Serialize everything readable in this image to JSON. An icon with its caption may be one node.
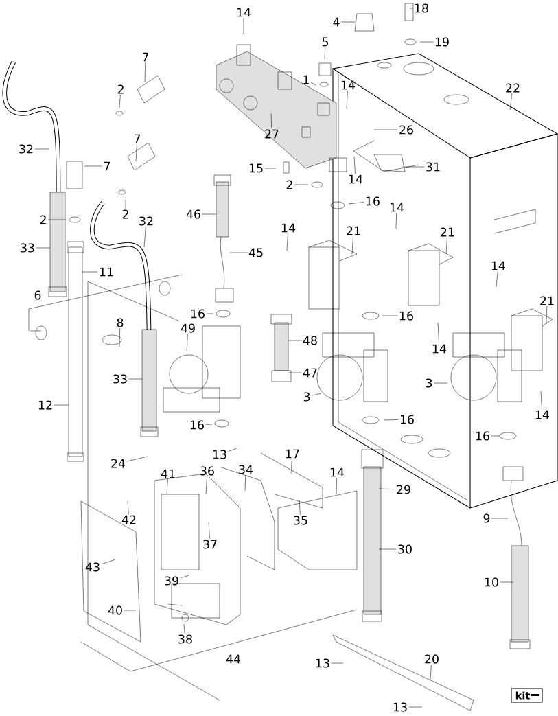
{
  "diagram": {
    "nodes": [
      {
        "text": [
          "14"
        ]
      },
      {
        "text": [
          "4"
        ]
      },
      {
        "text": [
          "18"
        ]
      },
      {
        "text": [
          "19"
        ]
      },
      {
        "text": [
          "5"
        ]
      },
      {
        "text": [
          "1"
        ]
      },
      {
        "text": [
          "14"
        ]
      },
      {
        "text": [
          "22"
        ]
      },
      {
        "text": [
          "7"
        ]
      },
      {
        "text": [
          "2"
        ]
      },
      {
        "text": [
          "27"
        ]
      },
      {
        "text": [
          "26"
        ]
      },
      {
        "text": [
          "32"
        ]
      },
      {
        "text": [
          "7"
        ]
      },
      {
        "text": [
          "7"
        ]
      },
      {
        "text": [
          "15"
        ]
      },
      {
        "text": [
          "31"
        ]
      },
      {
        "text": [
          "2"
        ]
      },
      {
        "text": [
          "14"
        ]
      },
      {
        "text": [
          "16"
        ]
      },
      {
        "text": [
          "2"
        ]
      },
      {
        "text": [
          "32"
        ]
      },
      {
        "text": [
          "46"
        ]
      },
      {
        "text": [
          "2"
        ]
      },
      {
        "text": [
          "14"
        ]
      },
      {
        "text": [
          "21"
        ]
      },
      {
        "text": [
          "21"
        ]
      },
      {
        "text": [
          "33"
        ]
      },
      {
        "text": [
          "14"
        ]
      },
      {
        "text": [
          "45"
        ]
      },
      {
        "text": [
          "11"
        ]
      },
      {
        "text": [
          "14"
        ]
      },
      {
        "text": [
          "21"
        ]
      },
      {
        "text": [
          "16"
        ]
      },
      {
        "text": [
          "16"
        ]
      },
      {
        "text": [
          "49"
        ]
      },
      {
        "text": [
          "8"
        ]
      },
      {
        "text": [
          "48"
        ]
      },
      {
        "text": [
          "14"
        ]
      },
      {
        "text": [
          "33"
        ]
      },
      {
        "text": [
          "47"
        ]
      },
      {
        "text": [
          "3"
        ]
      },
      {
        "text": [
          "3"
        ]
      },
      {
        "text": [
          "14"
        ]
      },
      {
        "text": [
          "16"
        ]
      },
      {
        "text": [
          "16"
        ]
      },
      {
        "text": [
          "12"
        ]
      },
      {
        "text": [
          "16"
        ]
      },
      {
        "text": [
          "13"
        ]
      },
      {
        "text": [
          "17"
        ]
      },
      {
        "text": [
          "14"
        ]
      },
      {
        "text": [
          "29"
        ]
      },
      {
        "text": [
          "24"
        ]
      },
      {
        "text": [
          "41"
        ]
      },
      {
        "text": [
          "36"
        ]
      },
      {
        "text": [
          "34"
        ]
      },
      {
        "text": [
          "42"
        ]
      },
      {
        "text": [
          "35"
        ]
      },
      {
        "text": [
          "37"
        ]
      },
      {
        "text": [
          "9"
        ]
      },
      {
        "text": [
          "30"
        ]
      },
      {
        "text": [
          "43"
        ]
      },
      {
        "text": [
          "10"
        ]
      },
      {
        "text": [
          "39"
        ]
      },
      {
        "text": [
          "40"
        ]
      },
      {
        "text": [
          "38"
        ]
      },
      {
        "text": [
          "13"
        ]
      },
      {
        "text": [
          "20"
        ]
      },
      {
        "text": [
          "13"
        ]
      }
    ],
    "edges": [
      {
        "from": 0,
        "to": null,
        "arrow": "none"
      },
      {
        "from": 1,
        "to": null,
        "arrow": "none"
      },
      {
        "from": 2,
        "to": null,
        "arrow": "none"
      },
      {
        "from": 3,
        "to": null,
        "arrow": "none"
      },
      {
        "from": 4,
        "to": null,
        "arrow": "none"
      },
      {
        "from": 5,
        "to": null,
        "arrow": "none"
      },
      {
        "from": 6,
        "to": null,
        "arrow": "none"
      },
      {
        "from": 7,
        "to": null,
        "arrow": "none"
      },
      {
        "from": 8,
        "to": null,
        "arrow": "none"
      },
      {
        "from": 9,
        "to": null,
        "arrow": "none"
      },
      {
        "from": 10,
        "to": null,
        "arrow": "none"
      },
      {
        "from": 11,
        "to": null,
        "arrow": "none"
      },
      {
        "from": 12,
        "to": null,
        "arrow": "none"
      },
      {
        "from": 13,
        "to": null,
        "arrow": "none"
      },
      {
        "from": 14,
        "to": null,
        "arrow": "none"
      },
      {
        "from": 15,
        "to": null,
        "arrow": "none"
      },
      {
        "from": 16,
        "to": null,
        "arrow": "none"
      },
      {
        "from": 17,
        "to": null,
        "arrow": "none"
      },
      {
        "from": 18,
        "to": null,
        "arrow": "none"
      },
      {
        "from": 19,
        "to": null,
        "arrow": "none"
      },
      {
        "from": 20,
        "to": null,
        "arrow": "none"
      },
      {
        "from": 21,
        "to": null,
        "arrow": "none"
      },
      {
        "from": 22,
        "to": null,
        "arrow": "none"
      },
      {
        "from": 23,
        "to": null,
        "arrow": "none"
      },
      {
        "from": 24,
        "to": null,
        "arrow": "none"
      },
      {
        "from": 25,
        "to": null,
        "arrow": "none"
      },
      {
        "from": 26,
        "to": null,
        "arrow": "none"
      },
      {
        "from": 27,
        "to": null,
        "arrow": "none"
      },
      {
        "from": 28,
        "to": null,
        "arrow": "none"
      },
      {
        "from": 29,
        "to": null,
        "arrow": "none"
      },
      {
        "from": 30,
        "to": null,
        "arrow": "none"
      },
      {
        "from": 31,
        "to": null,
        "arrow": "none"
      },
      {
        "from": 32,
        "to": null,
        "arrow": "none"
      },
      {
        "from": 33,
        "to": null,
        "arrow": "none"
      },
      {
        "from": 34,
        "to": null,
        "arrow": "none"
      },
      {
        "from": 35,
        "to": null,
        "arrow": "none"
      },
      {
        "from": 36,
        "to": null,
        "arrow": "none"
      },
      {
        "from": 37,
        "to": null,
        "arrow": "none"
      },
      {
        "from": 38,
        "to": null,
        "arrow": "none"
      },
      {
        "from": 39,
        "to": null,
        "arrow": "none"
      },
      {
        "from": 40,
        "to": null,
        "arrow": "none"
      },
      {
        "from": 41,
        "to": null,
        "arrow": "none"
      },
      {
        "from": 42,
        "to": null,
        "arrow": "none"
      },
      {
        "from": 43,
        "to": null,
        "arrow": "none"
      },
      {
        "from": 44,
        "to": null,
        "arrow": "none"
      },
      {
        "from": 45,
        "to": null,
        "arrow": "none"
      },
      {
        "from": 46,
        "to": null,
        "arrow": "none"
      },
      {
        "from": 47,
        "to": null,
        "arrow": "none"
      },
      {
        "from": 48,
        "to": null,
        "arrow": "none"
      },
      {
        "from": 49,
        "to": null,
        "arrow": "none"
      },
      {
        "from": 50,
        "to": null,
        "arrow": "none"
      },
      {
        "from": 51,
        "to": null,
        "arrow": "none"
      },
      {
        "from": 52,
        "to": null,
        "arrow": "none"
      },
      {
        "from": 53,
        "to": null,
        "arrow": "none"
      },
      {
        "from": 54,
        "to": null,
        "arrow": "none"
      },
      {
        "from": 55,
        "to": null,
        "arrow": "none"
      },
      {
        "from": 56,
        "to": null,
        "arrow": "none"
      },
      {
        "from": 57,
        "to": null,
        "arrow": "none"
      },
      {
        "from": 58,
        "to": null,
        "arrow": "none"
      },
      {
        "from": 59,
        "to": null,
        "arrow": "none"
      },
      {
        "from": 60,
        "to": null,
        "arrow": "none"
      },
      {
        "from": 61,
        "to": null,
        "arrow": "none"
      },
      {
        "from": 62,
        "to": null,
        "arrow": "none"
      },
      {
        "from": 63,
        "to": null,
        "arrow": "none"
      },
      {
        "from": 64,
        "to": null,
        "arrow": "none"
      },
      {
        "from": 65,
        "to": null,
        "arrow": "none"
      },
      {
        "from": 66,
        "to": null,
        "arrow": "none"
      },
      {
        "from": 67,
        "to": null,
        "arrow": "none"
      },
      {
        "from": 68,
        "to": null,
        "arrow": "none"
      }
    ],
    "labels": [
      "6",
      "44",
      "kit"
    ]
  }
}
